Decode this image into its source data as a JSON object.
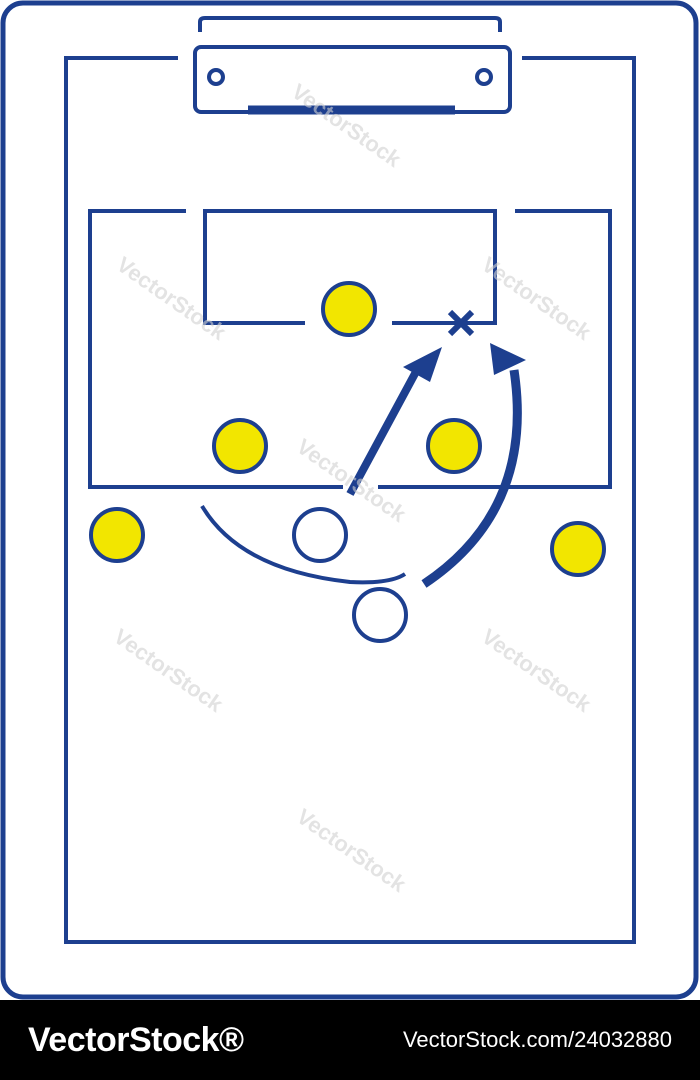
{
  "illustration": {
    "subject": "football tactics clipboard icon",
    "line_color": "#1d3f8f",
    "team_color": "#f2e600",
    "opponent_color": "#ffffff",
    "background": "#ffffff"
  },
  "watermark": {
    "text": "VectorStock"
  },
  "footer": {
    "brand": "VectorStock®",
    "image_id": "VectorStock.com/24032880",
    "background": "#000000",
    "text_color": "#ffffff"
  }
}
